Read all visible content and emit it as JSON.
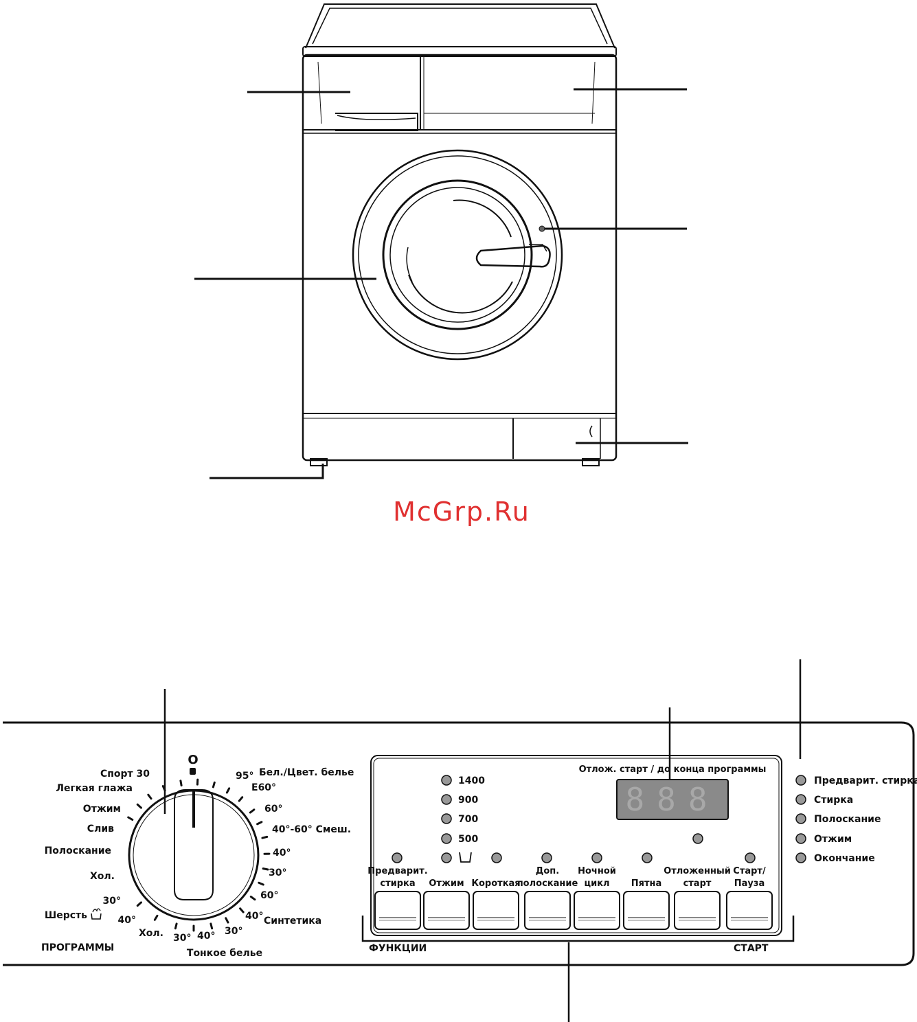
{
  "watermark": "McGrp.Ru",
  "dial": {
    "top_symbol": "O",
    "labels": {
      "sport": "Спорт 30",
      "light_iron": "Легкая глажа",
      "spin": "Отжим",
      "drain": "Слив",
      "rinse": "Полоскание",
      "cold_left": "Хол.",
      "wool_30": "30°",
      "wool": "Шерсть",
      "wool_40": "40°",
      "cold_bottom": "Хол.",
      "delicate_30": "30°",
      "delicate_40": "40°",
      "synth_30": "30°",
      "synth_40": "40°",
      "synthetics": "Синтетика",
      "synth_60": "60°",
      "mixed_30": "30°",
      "mixed_40": "40°",
      "mixed": "40°-60° Смеш.",
      "cotton_60": "60°",
      "cotton_e60": "E60°",
      "cotton_95": "95°",
      "cotton": "Бел./Цвет. белье"
    },
    "delicate": "Тонкое белье",
    "section_label": "ПРОГРАММЫ"
  },
  "speeds": [
    "1400",
    "900",
    "700",
    "500"
  ],
  "display": {
    "title": "Отлож. старт / до конца программы",
    "digits": "888"
  },
  "buttons": [
    {
      "line1": "Предварит.",
      "line2": "стирка"
    },
    {
      "line1": "",
      "line2": "Отжим"
    },
    {
      "line1": "",
      "line2": "Короткая"
    },
    {
      "line1": "Доп.",
      "line2": "полоскание"
    },
    {
      "line1": "Ночной",
      "line2": "цикл"
    },
    {
      "line1": "",
      "line2": "Пятна"
    },
    {
      "line1": "Отложенный",
      "line2": "старт"
    },
    {
      "line1": "Старт/",
      "line2": "Пауза"
    }
  ],
  "functions_label": "ФУНКЦИИ",
  "start_label": "СТАРТ",
  "phases": [
    "Предварит. стирка",
    "Стирка",
    "Полоскание",
    "Отжим",
    "Окончание"
  ]
}
